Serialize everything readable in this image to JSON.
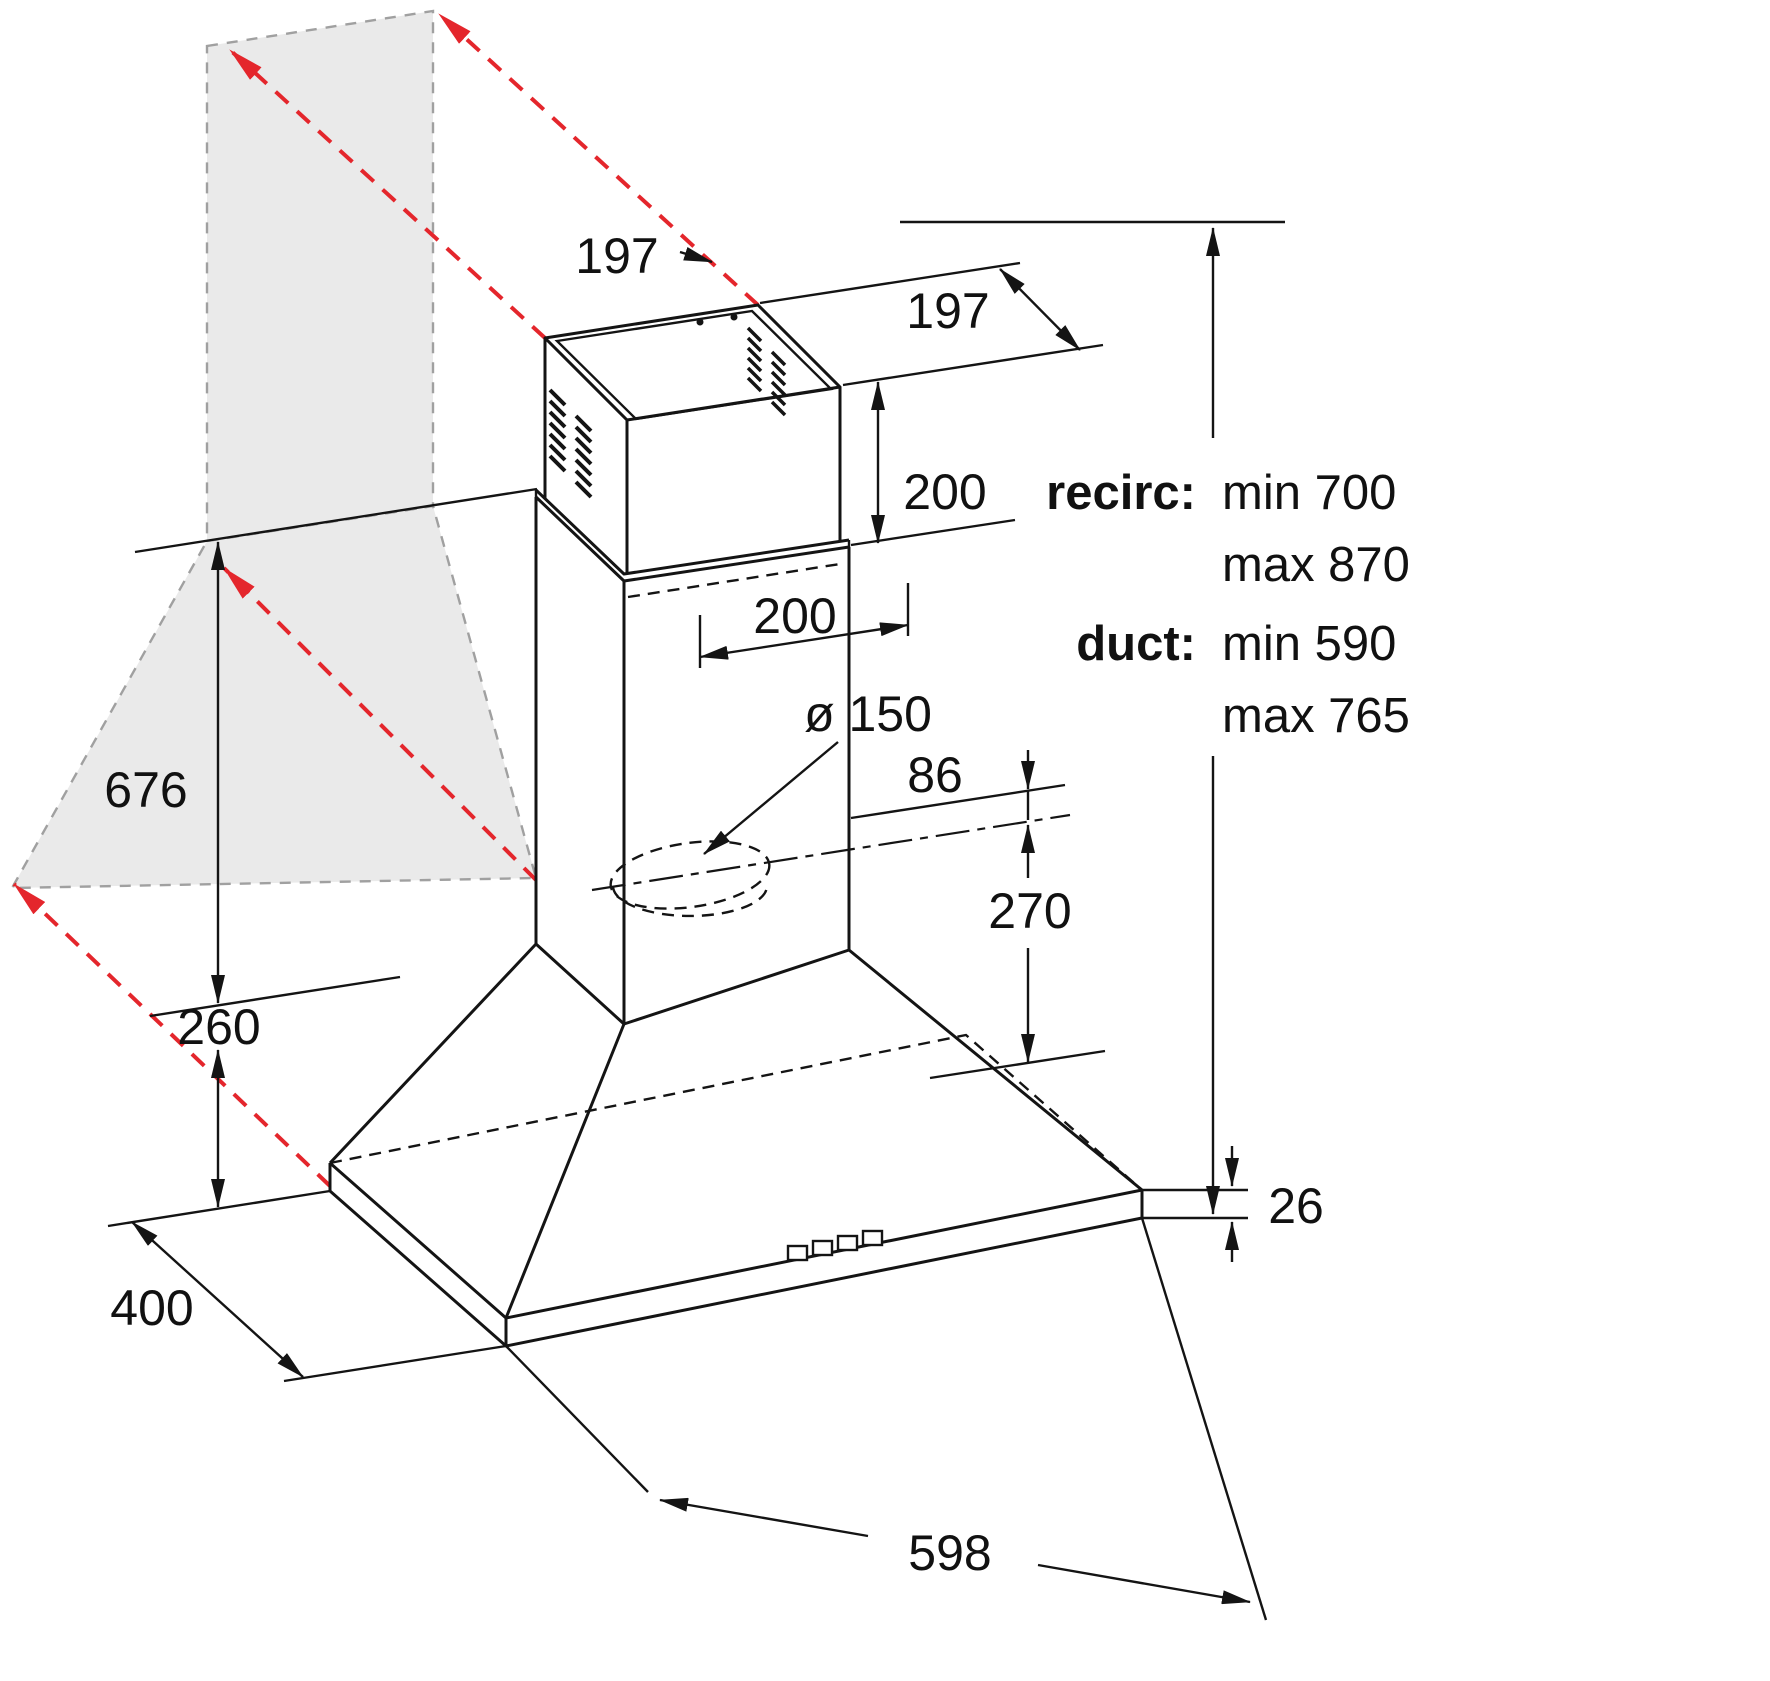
{
  "diagram": {
    "type": "technical-dimension-drawing",
    "subject": "chimney cooker hood installation dimensions",
    "units": "mm",
    "dims": {
      "chimney_top_depth": "197",
      "chimney_top_side": "197",
      "upper_section_height": "200",
      "duct_section_width": "200",
      "outlet_diameter": "ø 150",
      "outlet_center_offset": "86",
      "chimney_lower_height": "270",
      "wall_band_height": "676",
      "canopy_height": "260",
      "base_thickness": "26",
      "hood_depth": "400",
      "hood_width": "598"
    },
    "notes": {
      "recirc_label": "recirc:",
      "recirc_min": "min 700",
      "recirc_max": "max 870",
      "duct_label": "duct:",
      "duct_min": "min 590",
      "duct_max": "max 765"
    },
    "colors": {
      "line": "#141414",
      "projection_red": "#e4262c",
      "wall_shade": "#eaeaea",
      "background": "#ffffff"
    }
  }
}
